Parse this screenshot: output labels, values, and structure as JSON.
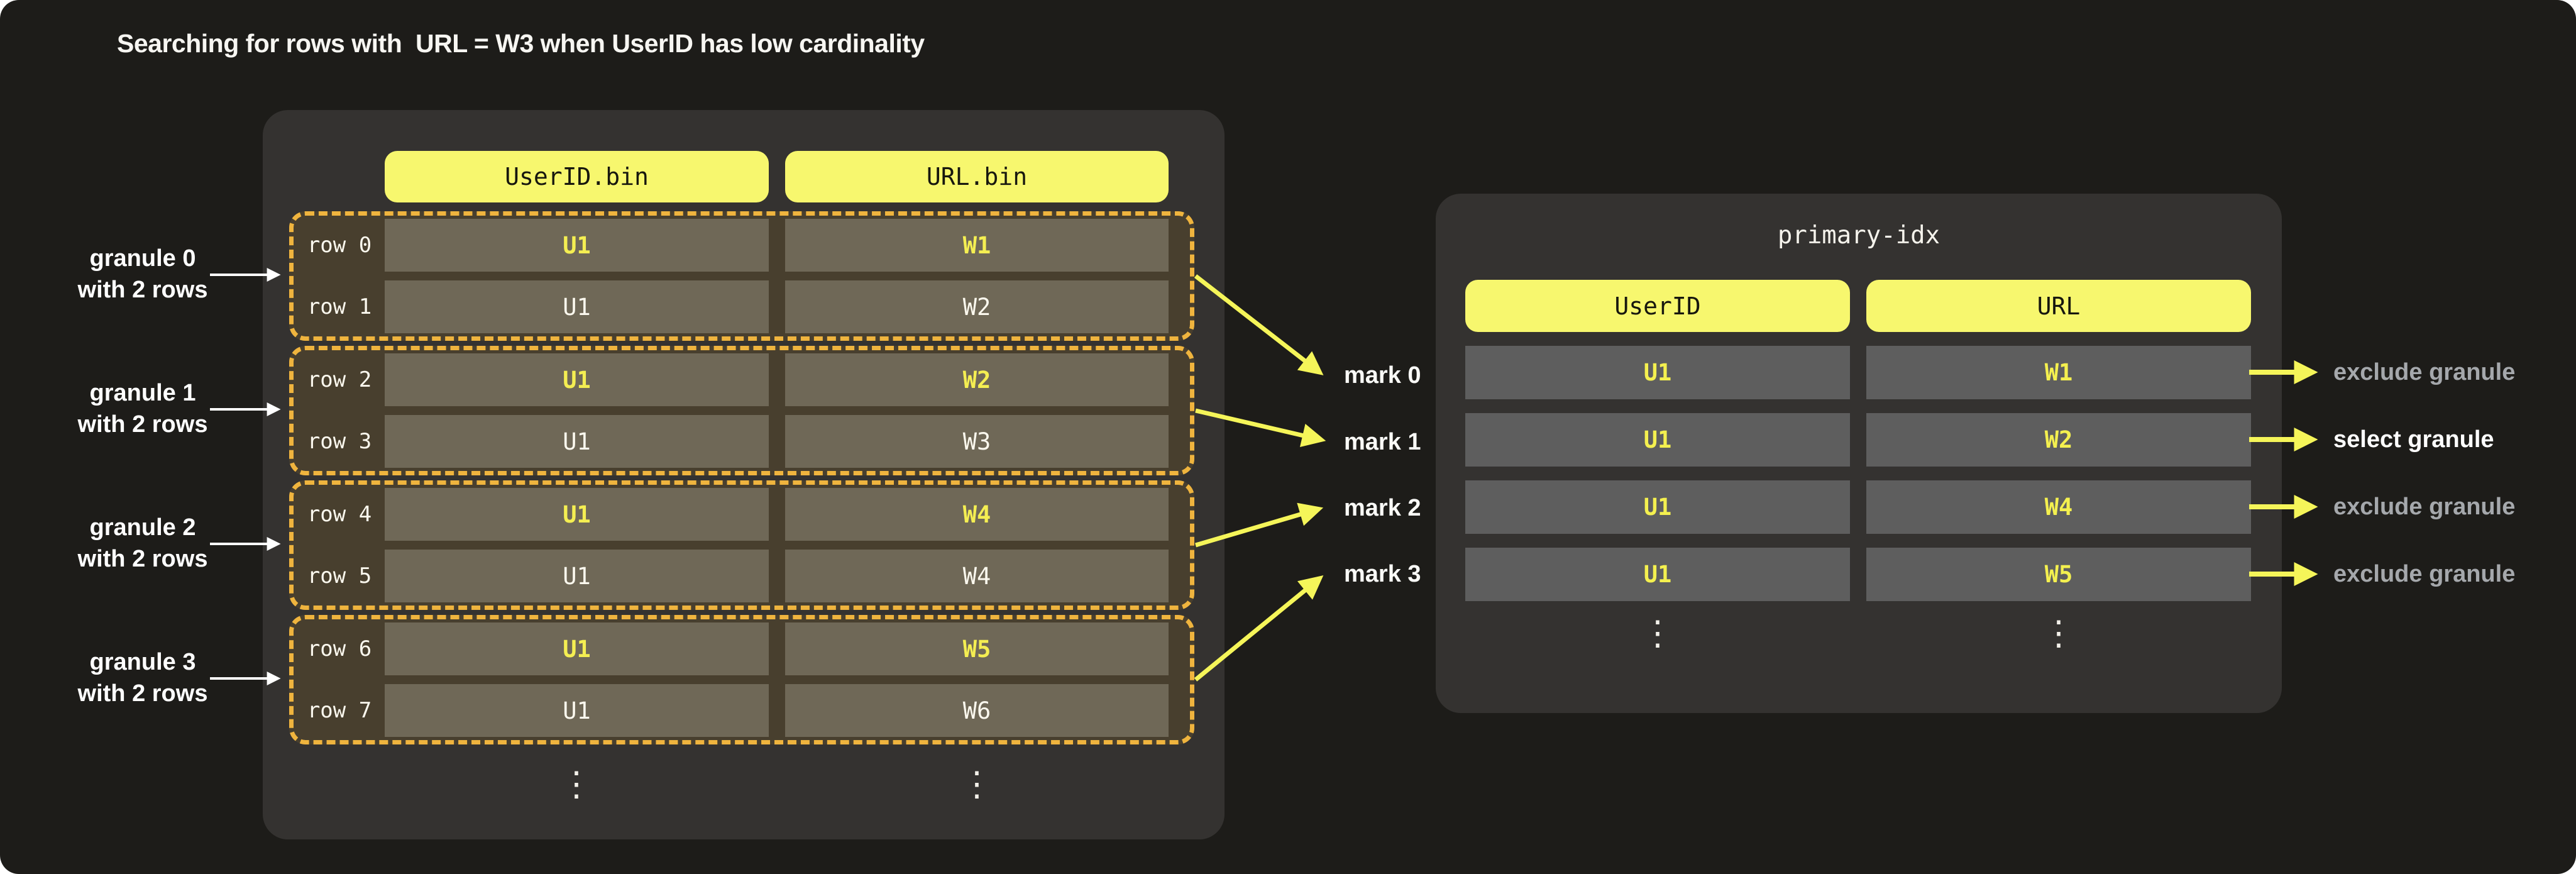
{
  "title": "Searching for rows with  URL = W3 when UserID has low cardinality",
  "colors": {
    "page_bg": "#1d1c19",
    "panel_bg": "#343230",
    "header_pill_yellow": "#f7f76e",
    "granule_fill": "#483f2e",
    "granule_dash_border": "#efb43e",
    "bin_cell_bg": "#6f6857",
    "index_cell_bg": "#5e5e5e",
    "highlight_text_yellow": "#f4ee52",
    "arrow_yellow": "#f5f559",
    "arrow_white": "#ffffff",
    "exclude_label_gray": "#a5a8ac"
  },
  "bin_table": {
    "headers": [
      "UserID.bin",
      "URL.bin"
    ],
    "ellipsis": "⋮",
    "granules": [
      {
        "label_line1": "granule 0",
        "label_line2": "with 2 rows",
        "rows": [
          {
            "label": "row 0",
            "user_id": "U1",
            "url": "W1",
            "highlight": true
          },
          {
            "label": "row 1",
            "user_id": "U1",
            "url": "W2",
            "highlight": false
          }
        ]
      },
      {
        "label_line1": "granule 1",
        "label_line2": "with 2 rows",
        "rows": [
          {
            "label": "row 2",
            "user_id": "U1",
            "url": "W2",
            "highlight": true
          },
          {
            "label": "row 3",
            "user_id": "U1",
            "url": "W3",
            "highlight": false
          }
        ]
      },
      {
        "label_line1": "granule 2",
        "label_line2": "with 2 rows",
        "rows": [
          {
            "label": "row 4",
            "user_id": "U1",
            "url": "W4",
            "highlight": true
          },
          {
            "label": "row 5",
            "user_id": "U1",
            "url": "W4",
            "highlight": false
          }
        ]
      },
      {
        "label_line1": "granule 3",
        "label_line2": "with 2 rows",
        "rows": [
          {
            "label": "row 6",
            "user_id": "U1",
            "url": "W5",
            "highlight": true
          },
          {
            "label": "row 7",
            "user_id": "U1",
            "url": "W6",
            "highlight": false
          }
        ]
      }
    ]
  },
  "marks": [
    "mark 0",
    "mark 1",
    "mark 2",
    "mark 3"
  ],
  "primary_index": {
    "title": "primary-idx",
    "headers": [
      "UserID",
      "URL"
    ],
    "ellipsis": "⋮",
    "rows": [
      {
        "user_id": "U1",
        "url": "W1"
      },
      {
        "user_id": "U1",
        "url": "W2"
      },
      {
        "user_id": "U1",
        "url": "W4"
      },
      {
        "user_id": "U1",
        "url": "W5"
      }
    ]
  },
  "results": [
    {
      "label": "exclude granule",
      "selected": false
    },
    {
      "label": "select granule",
      "selected": true
    },
    {
      "label": "exclude granule",
      "selected": false
    },
    {
      "label": "exclude granule",
      "selected": false
    }
  ]
}
